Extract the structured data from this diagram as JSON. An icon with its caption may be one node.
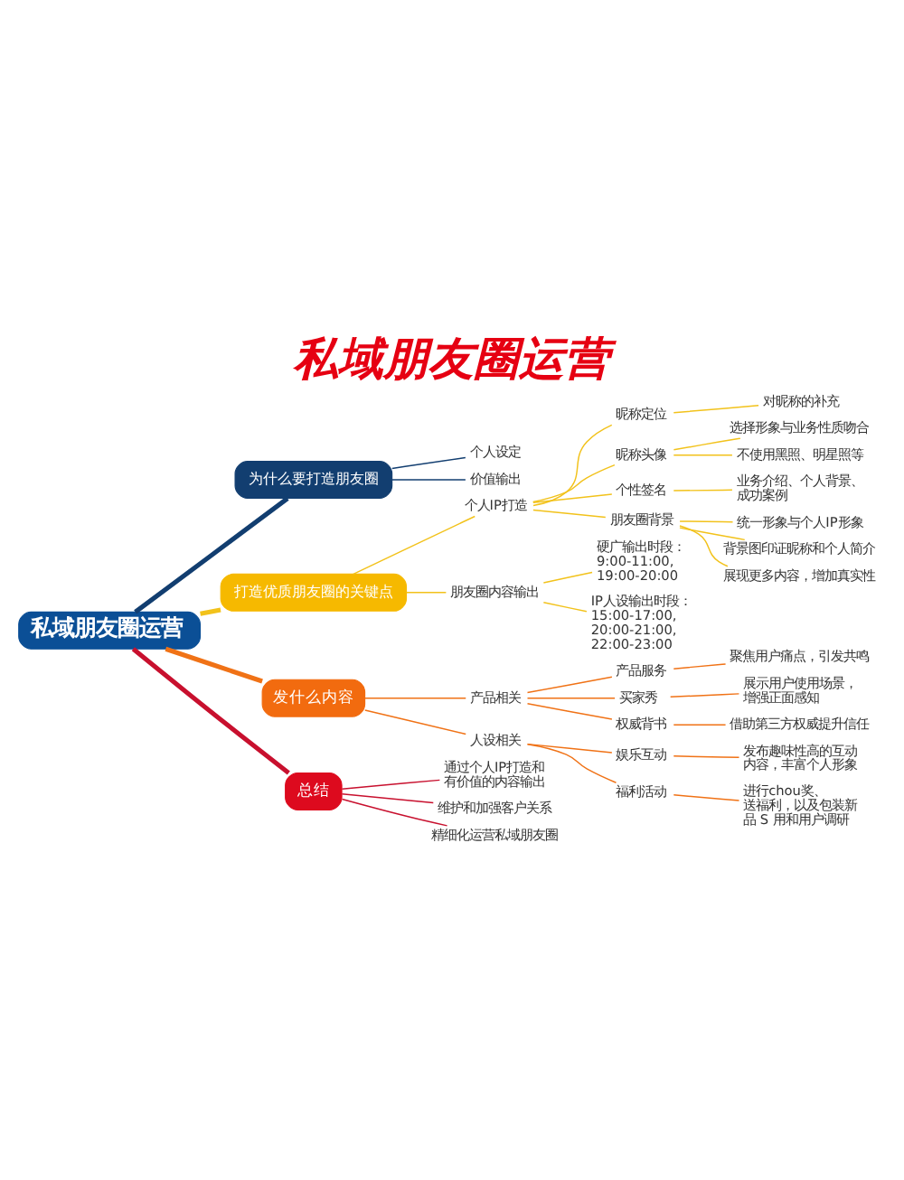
{
  "diagram": {
    "title": "私域朋友圈运营",
    "nodes": [
      {
        "text": [
          "私域朋友圈运营"
        ]
      },
      {
        "text": [
          "为什么要打造朋友圈"
        ]
      },
      {
        "text": [
          "个人设定"
        ]
      },
      {
        "text": [
          "价值输出"
        ]
      },
      {
        "text": [
          "打造优质朋友圈的关键点"
        ]
      },
      {
        "text": [
          "个人IP打造"
        ]
      },
      {
        "text": [
          "昵称定位"
        ]
      },
      {
        "text": [
          "对昵称的补充"
        ]
      },
      {
        "text": [
          "昵称头像"
        ]
      },
      {
        "text": [
          "选择形象与业务性质吻合"
        ]
      },
      {
        "text": [
          "不使用黑照、明星照等"
        ]
      },
      {
        "text": [
          "个性签名"
        ]
      },
      {
        "text": [
          "业务介绍、个人背景、成功案例"
        ]
      },
      {
        "text": [
          "朋友圈背景"
        ]
      },
      {
        "text": [
          "统一形象与个人IP形象"
        ]
      },
      {
        "text": [
          "背景图印证昵称和个人简介"
        ]
      },
      {
        "text": [
          "展现更多内容，增加真实性"
        ]
      },
      {
        "text": [
          "朋友圈内容输出"
        ]
      },
      {
        "text": [
          "硬广输出时段：9:00-11:00, 19:00-20:00"
        ]
      },
      {
        "text": [
          "IP人设输出时段：15:00-17:00, 20:00-21:00, 22:00-23:00"
        ]
      },
      {
        "text": [
          "发什么内容"
        ]
      },
      {
        "text": [
          "产品相关"
        ]
      },
      {
        "text": [
          "产品服务"
        ]
      },
      {
        "text": [
          "聚焦用户痛点，引发共鸣"
        ]
      },
      {
        "text": [
          "买家秀"
        ]
      },
      {
        "text": [
          "展示用户使用场景，增强正面感知"
        ]
      },
      {
        "text": [
          "权威背书"
        ]
      },
      {
        "text": [
          "借助第三方权威提升信任"
        ]
      },
      {
        "text": [
          "人设相关"
        ]
      },
      {
        "text": [
          "娱乐互动"
        ]
      },
      {
        "text": [
          "发布趣味性高的互动内容，丰富个人形象"
        ]
      },
      {
        "text": [
          "福利活动"
        ]
      },
      {
        "text": [
          "进行chou奖、送福利，以及包装新品 S 用和用户调研"
        ]
      },
      {
        "text": [
          "总结"
        ]
      },
      {
        "text": [
          "通过个人IP打造和有价值的内容输出"
        ]
      },
      {
        "text": [
          "维护和加强客户关系"
        ]
      },
      {
        "text": [
          "精细化运营私域朋友圈"
        ]
      }
    ],
    "edges": [
      {
        "from": 0,
        "to": 1,
        "arrow": "none",
        "style": "thick",
        "color": "#123e70"
      },
      {
        "from": 1,
        "to": 2,
        "arrow": "none",
        "color": "#123e70"
      },
      {
        "from": 1,
        "to": 3,
        "arrow": "none",
        "color": "#123e70"
      },
      {
        "from": 0,
        "to": 4,
        "arrow": "none",
        "style": "thick"
      },
      {
        "from": 4,
        "to": 5,
        "arrow": "none"
      },
      {
        "from": 5,
        "to": 6,
        "arrow": "none"
      },
      {
        "from": 6,
        "to": 7,
        "arrow": "none"
      },
      {
        "from": 5,
        "to": 8,
        "arrow": "none"
      },
      {
        "from": 8,
        "to": 9,
        "arrow": "none"
      },
      {
        "from": 8,
        "to": 10,
        "arrow": "none"
      },
      {
        "from": 5,
        "to": 11,
        "arrow": "none"
      },
      {
        "from": 11,
        "to": 12,
        "arrow": "none"
      },
      {
        "from": 5,
        "to": 13,
        "arrow": "none"
      },
      {
        "from": 13,
        "to": 14,
        "arrow": "none"
      },
      {
        "from": 13,
        "to": 15,
        "arrow": "none"
      },
      {
        "from": 13,
        "to": 16,
        "arrow": "none"
      },
      {
        "from": 4,
        "to": 17,
        "arrow": "none"
      },
      {
        "from": 17,
        "to": 18,
        "arrow": "none"
      },
      {
        "from": 17,
        "to": 19,
        "arrow": "none"
      },
      {
        "from": 0,
        "to": 20,
        "arrow": "none",
        "style": "thick",
        "color": "#f07216"
      },
      {
        "from": 20,
        "to": 21,
        "arrow": "none",
        "color": "#f07216"
      },
      {
        "from": 21,
        "to": 22,
        "arrow": "none",
        "color": "#f07216"
      },
      {
        "from": 22,
        "to": 23,
        "arrow": "none",
        "color": "#f07216"
      },
      {
        "from": 21,
        "to": 24,
        "arrow": "none",
        "color": "#f07216"
      },
      {
        "from": 24,
        "to": 25,
        "arrow": "none",
        "color": "#f07216"
      },
      {
        "from": 21,
        "to": 26,
        "arrow": "none",
        "color": "#f07216"
      },
      {
        "from": 26,
        "to": 27,
        "arrow": "none",
        "color": "#f07216"
      },
      {
        "from": 20,
        "to": 28,
        "arrow": "none",
        "color": "#f07216"
      },
      {
        "from": 28,
        "to": 29,
        "arrow": "none",
        "color": "#f07216"
      },
      {
        "from": 29,
        "to": 30,
        "arrow": "none",
        "color": "#f07216"
      },
      {
        "from": 28,
        "to": 31,
        "arrow": "none",
        "color": "#f07216"
      },
      {
        "from": 31,
        "to": 32,
        "arrow": "none",
        "color": "#f07216"
      },
      {
        "from": 0,
        "to": 33,
        "arrow": "none",
        "style": "thick",
        "color": "#c8102e"
      },
      {
        "from": 33,
        "to": 34,
        "arrow": "none",
        "color": "#c8102e"
      },
      {
        "from": 33,
        "to": 35,
        "arrow": "none",
        "color": "#c8102e"
      },
      {
        "from": 33,
        "to": 36,
        "arrow": "none",
        "color": "#c8102e"
      }
    ]
  }
}
